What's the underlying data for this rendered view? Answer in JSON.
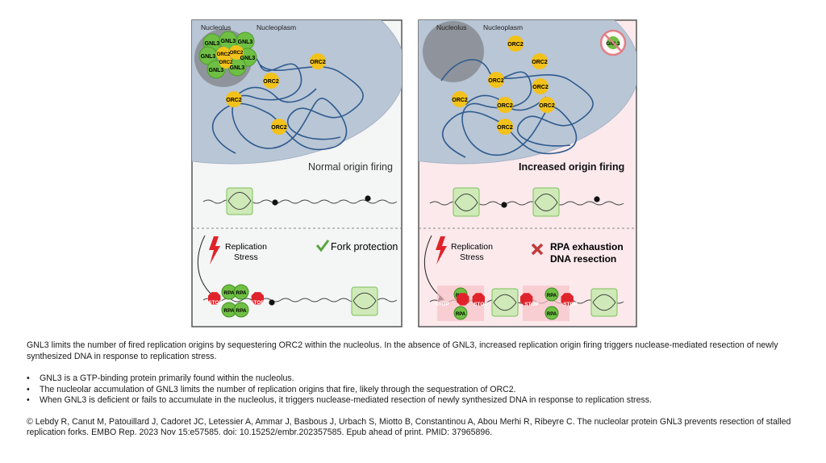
{
  "figure": {
    "left_panel": {
      "nucleolus_label": "Nucleolus",
      "nucleoplasm_label": "Nucleoplasm",
      "firing_label": "Normal origin firing",
      "stress_label_line1": "Replication",
      "stress_label_line2": "Stress",
      "outcome_label": "Fork protection"
    },
    "right_panel": {
      "nucleolus_label": "Nucleolus",
      "nucleoplasm_label": "Nucleoplasm",
      "firing_label": "Increased origin firing",
      "stress_label_line1": "Replication",
      "stress_label_line2": "Stress",
      "outcome_line1": "RPA exhaustion",
      "outcome_line2": "DNA resection",
      "no_gnl3_label": "GNL3"
    },
    "labels": {
      "gnl3": "GNL3",
      "orc2": "ORC2",
      "rpa": "RPA",
      "stop": "STOP"
    },
    "colors": {
      "nucleus": "#b9c6d6",
      "nucleolus": "#8f949c",
      "chromatin": "#2f5b8e",
      "orc2": "#f3c21a",
      "gnl3": "#6fbf44",
      "stop": "#e0232b",
      "check": "#5aa540",
      "cross": "#c23b3b",
      "right_background": "#fbe9ec"
    },
    "icons": [
      "lightning-icon",
      "check-icon",
      "cross-icon",
      "no-gnl3-icon",
      "curved-arrow-icon"
    ]
  },
  "caption": {
    "summary": "GNL3 limits the number of fired replication origins by sequestering ORC2 within the nucleolus. In the absence of GNL3, increased replication origin firing triggers nuclease-mediated resection of newly synthesized DNA in response to replication stress.",
    "bullets": [
      "GNL3 is a GTP-binding protein primarily found within the nucleolus.",
      "The nucleolar accumulation of GNL3 limits the number of replication origins that fire, likely through the sequestration of ORC2.",
      "When GNL3 is deficient or fails to accumulate in the nucleolus, it triggers nuclease-mediated resection of newly synthesized DNA in response to replication stress."
    ],
    "bullet_symbol": "•",
    "citation": "© Lebdy R, Canut M, Patouillard J, Cadoret JC, Letessier A, Ammar J, Basbous J, Urbach S, Miotto B, Constantinou A, Abou Merhi R, Ribeyre C. The nucleolar protein GNL3 prevents resection of stalled replication forks. EMBO Rep. 2023 Nov 15:e57585. doi: 10.15252/embr.202357585. Epub ahead of print. PMID: 37965896."
  }
}
